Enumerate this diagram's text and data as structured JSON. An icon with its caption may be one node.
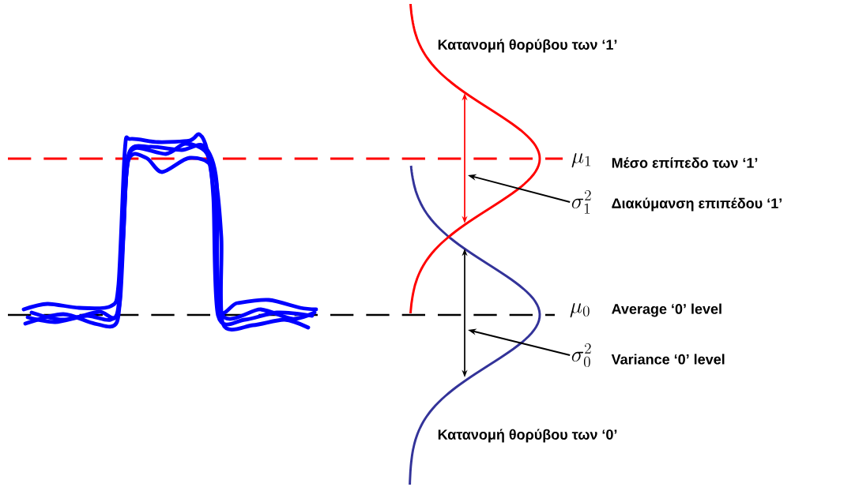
{
  "diagram": {
    "nodes": [
      {
        "text": [
          "\\sigma_1^2"
        ]
      },
      {
        "text": [
          "\\sigma_0^2"
        ]
      }
    ],
    "edges": [
      {
        "from": 0,
        "to": null,
        "arrow": "to"
      },
      {
        "from": 1,
        "to": null,
        "arrow": "to"
      }
    ],
    "labels": [
      "Κατανομή θορύβου των ‘1’",
      "\\mu_1",
      "Μέσο επίπεδο των ‘1’",
      "Διακύμανση επιπέδου ‘1’",
      "\\mu_0",
      "Average ‘0’ level",
      "Variance ‘0’ level",
      "Κατανομή θορύβου των ‘0’"
    ]
  }
}
